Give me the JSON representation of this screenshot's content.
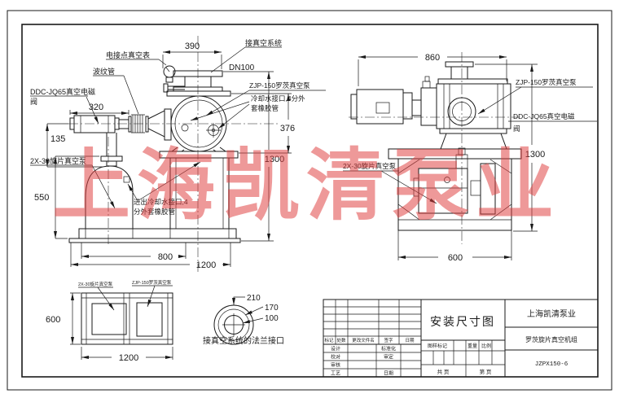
{
  "watermark": {
    "text": "上海凯清泵业",
    "color": "#de3c3c"
  },
  "front_view": {
    "labels": {
      "gauge": "电接点真空表",
      "bellows": "波纹管",
      "solenoid1": "DDC-JQ65真空电磁",
      "solenoid2": "阀",
      "to_vacuum": "接真空系统",
      "dn100": "DN100",
      "roots": "ZJP-150罗茨真空泵",
      "cooling1": "冷却水接口,4分外",
      "cooling2": "套橡胶管",
      "vane": "2X-30旋片真空泵",
      "inout1": "进出冷却水接口,4",
      "inout2": "分外套橡胶管"
    },
    "dims": {
      "flange_width": "390",
      "valve_length": "320",
      "inlet_height": "135",
      "pump_height": "550",
      "body_height": "376",
      "total_height": "1300",
      "base_inner": "800",
      "base_length": "1200"
    }
  },
  "side_view": {
    "labels": {
      "roots": "ZJP-150罗茨真空泵",
      "solenoid1": "DDC-JQ65真空电磁",
      "solenoid2": "阀",
      "vane": "2X-30旋片真空泵"
    },
    "dims": {
      "width": "860",
      "total_height": "1300",
      "base_width": "600"
    }
  },
  "plan_view": {
    "labels": {
      "vane": "2X-30旋片真空泵",
      "roots": "ZJP-150罗茨真空泵"
    },
    "dims": {
      "depth": "600",
      "length": "1200"
    }
  },
  "flange_detail": {
    "label": "接真空系统的法兰接口",
    "dims": {
      "outer": "210",
      "middle": "170",
      "inner": "100"
    }
  },
  "title_block": {
    "drawing_title": "安装尺寸图",
    "company": "上海凯清泵业",
    "product": "罗茨旋片真空机组",
    "model": "JZPX150-6",
    "rev_headers": {
      "mark": "标记",
      "count": "处数",
      "file": "更改文件名",
      "sign": "签字",
      "date": "日期"
    },
    "roles": {
      "design": "设计",
      "check": "校对",
      "review": "审核",
      "process": "工艺",
      "standard": "标准化",
      "approve": "审定",
      "date": "日期"
    },
    "misc": {
      "mark_label": "图样标记",
      "weight": "重量",
      "scale": "比例",
      "pages_total": "共  页",
      "pages_no": "第  页"
    }
  }
}
